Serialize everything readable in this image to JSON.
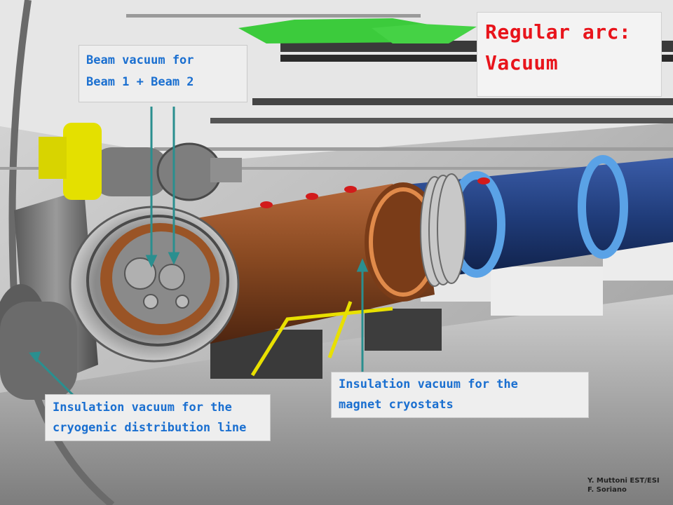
{
  "title": {
    "line1": "Regular arc:",
    "line2": "Vacuum"
  },
  "labels": {
    "beam": {
      "line1": "Beam vacuum for",
      "line2": "Beam 1 + Beam 2"
    },
    "magnet": {
      "line1": "Insulation vacuum for the",
      "line2": "magnet cryostats"
    },
    "cryo": {
      "line1": "Insulation vacuum for the",
      "line2": "cryogenic distribution line"
    }
  },
  "credit": {
    "line1": "Y. Muttoni EST/ESI",
    "line2": "F. Soriano"
  },
  "colors": {
    "title_red": "#e8141b",
    "label_blue": "#1a6fd0",
    "arrow_teal": "#2a8f8f",
    "cryostat_copper": "#8a4a22",
    "magnet_blue": "#1f3b78",
    "support_yellow": "#e8e000"
  }
}
